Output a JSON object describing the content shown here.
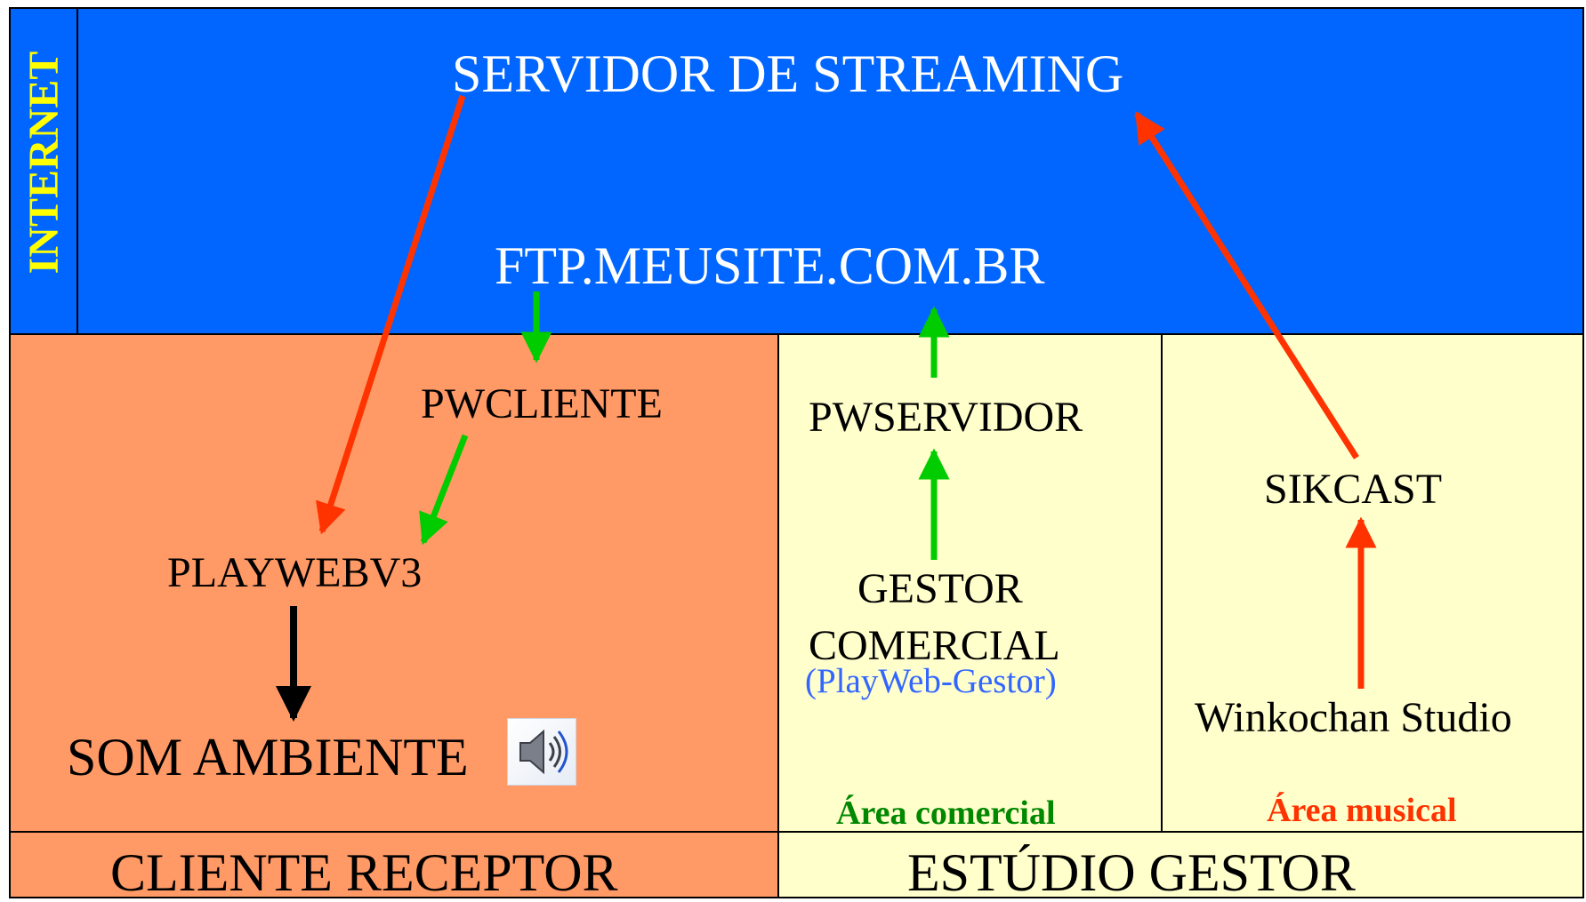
{
  "colors": {
    "internet_bg": "#0066ff",
    "internet_label": "#ffff00",
    "client_bg": "#ff9966",
    "studio_bg": "#ffffcc",
    "title_text": "#ffffff",
    "red_arrow": "#ff3300",
    "green_arrow": "#00cc00",
    "black_arrow": "#000000",
    "link_blue": "#3366ff",
    "area_comercial": "#008800",
    "area_musical": "#ff3300"
  },
  "internet": {
    "label": "INTERNET",
    "server_title": "SERVIDOR DE STREAMING",
    "ftp_title": "FTP.MEUSITE.COM.BR"
  },
  "client": {
    "pwcliente": "PWCLIENTE",
    "playwebv3": "PLAYWEBV3",
    "som_ambiente": "SOM AMBIENTE",
    "speaker_icon": "speaker-icon",
    "footer": "CLIENTE RECEPTOR"
  },
  "studio": {
    "pwservidor": "PWSERVIDOR",
    "gestor_line1": "GESTOR",
    "gestor_line2": "COMERCIAL",
    "gestor_sub": "(PlayWeb-Gestor)",
    "area_comercial": "Área comercial",
    "sikcast": "SIKCAST",
    "winkochan": "Winkochan Studio",
    "area_musical": "Área musical",
    "footer": "ESTÚDIO GESTOR"
  }
}
